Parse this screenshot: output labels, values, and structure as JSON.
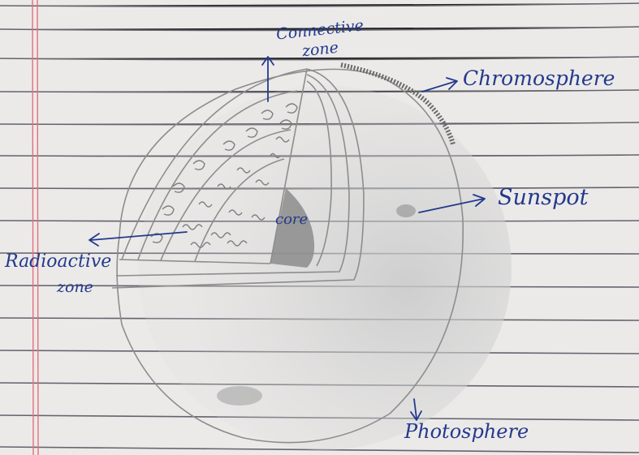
{
  "labels": {
    "connective_line1": "Connective",
    "connective_line2": "zone",
    "chromosphere": "Chromosphere",
    "sunspot": "Sunspot",
    "core": "core",
    "radiative_line1": "Radioactive",
    "radiative_line2": "zone",
    "photosphere": "Photosphere"
  },
  "colors": {
    "paper": "#eceae9",
    "rule_line": "#4a4d58",
    "margin_line": "#e4707e",
    "ink": "#233a8c",
    "pencil": "#8d8d8d",
    "core_shading": "#8c8c8c",
    "sun_shading": "#c7c7c7"
  },
  "icons": [
    "upward-arrow",
    "right-arrow",
    "left-arrow",
    "down-arrow",
    "convection-curl",
    "radiation-wave"
  ]
}
